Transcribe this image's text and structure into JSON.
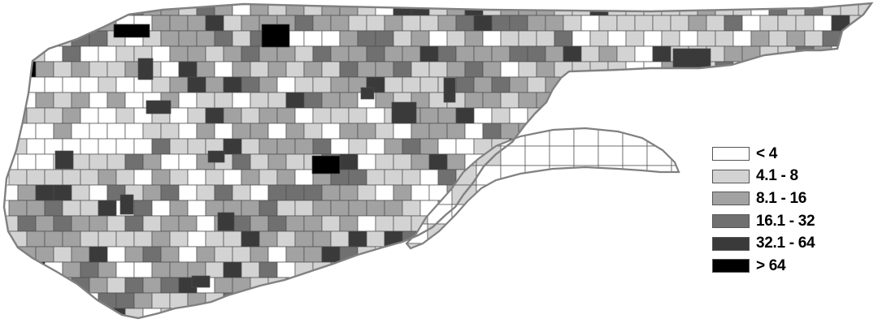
{
  "legend": {
    "items": [
      {
        "label": "< 4",
        "color": "#ffffff"
      },
      {
        "label": "4.1 - 8",
        "color": "#d3d3d3"
      },
      {
        "label": "8.1 - 16",
        "color": "#a2a2a2"
      },
      {
        "label": "16.1 - 32",
        "color": "#707070"
      },
      {
        "label": "32.1 - 64",
        "color": "#3a3a3a"
      },
      {
        "label": "> 64",
        "color": "#000000"
      }
    ]
  },
  "map": {
    "border_color": "#808080",
    "cell_line_color": "#4d4d4d"
  }
}
